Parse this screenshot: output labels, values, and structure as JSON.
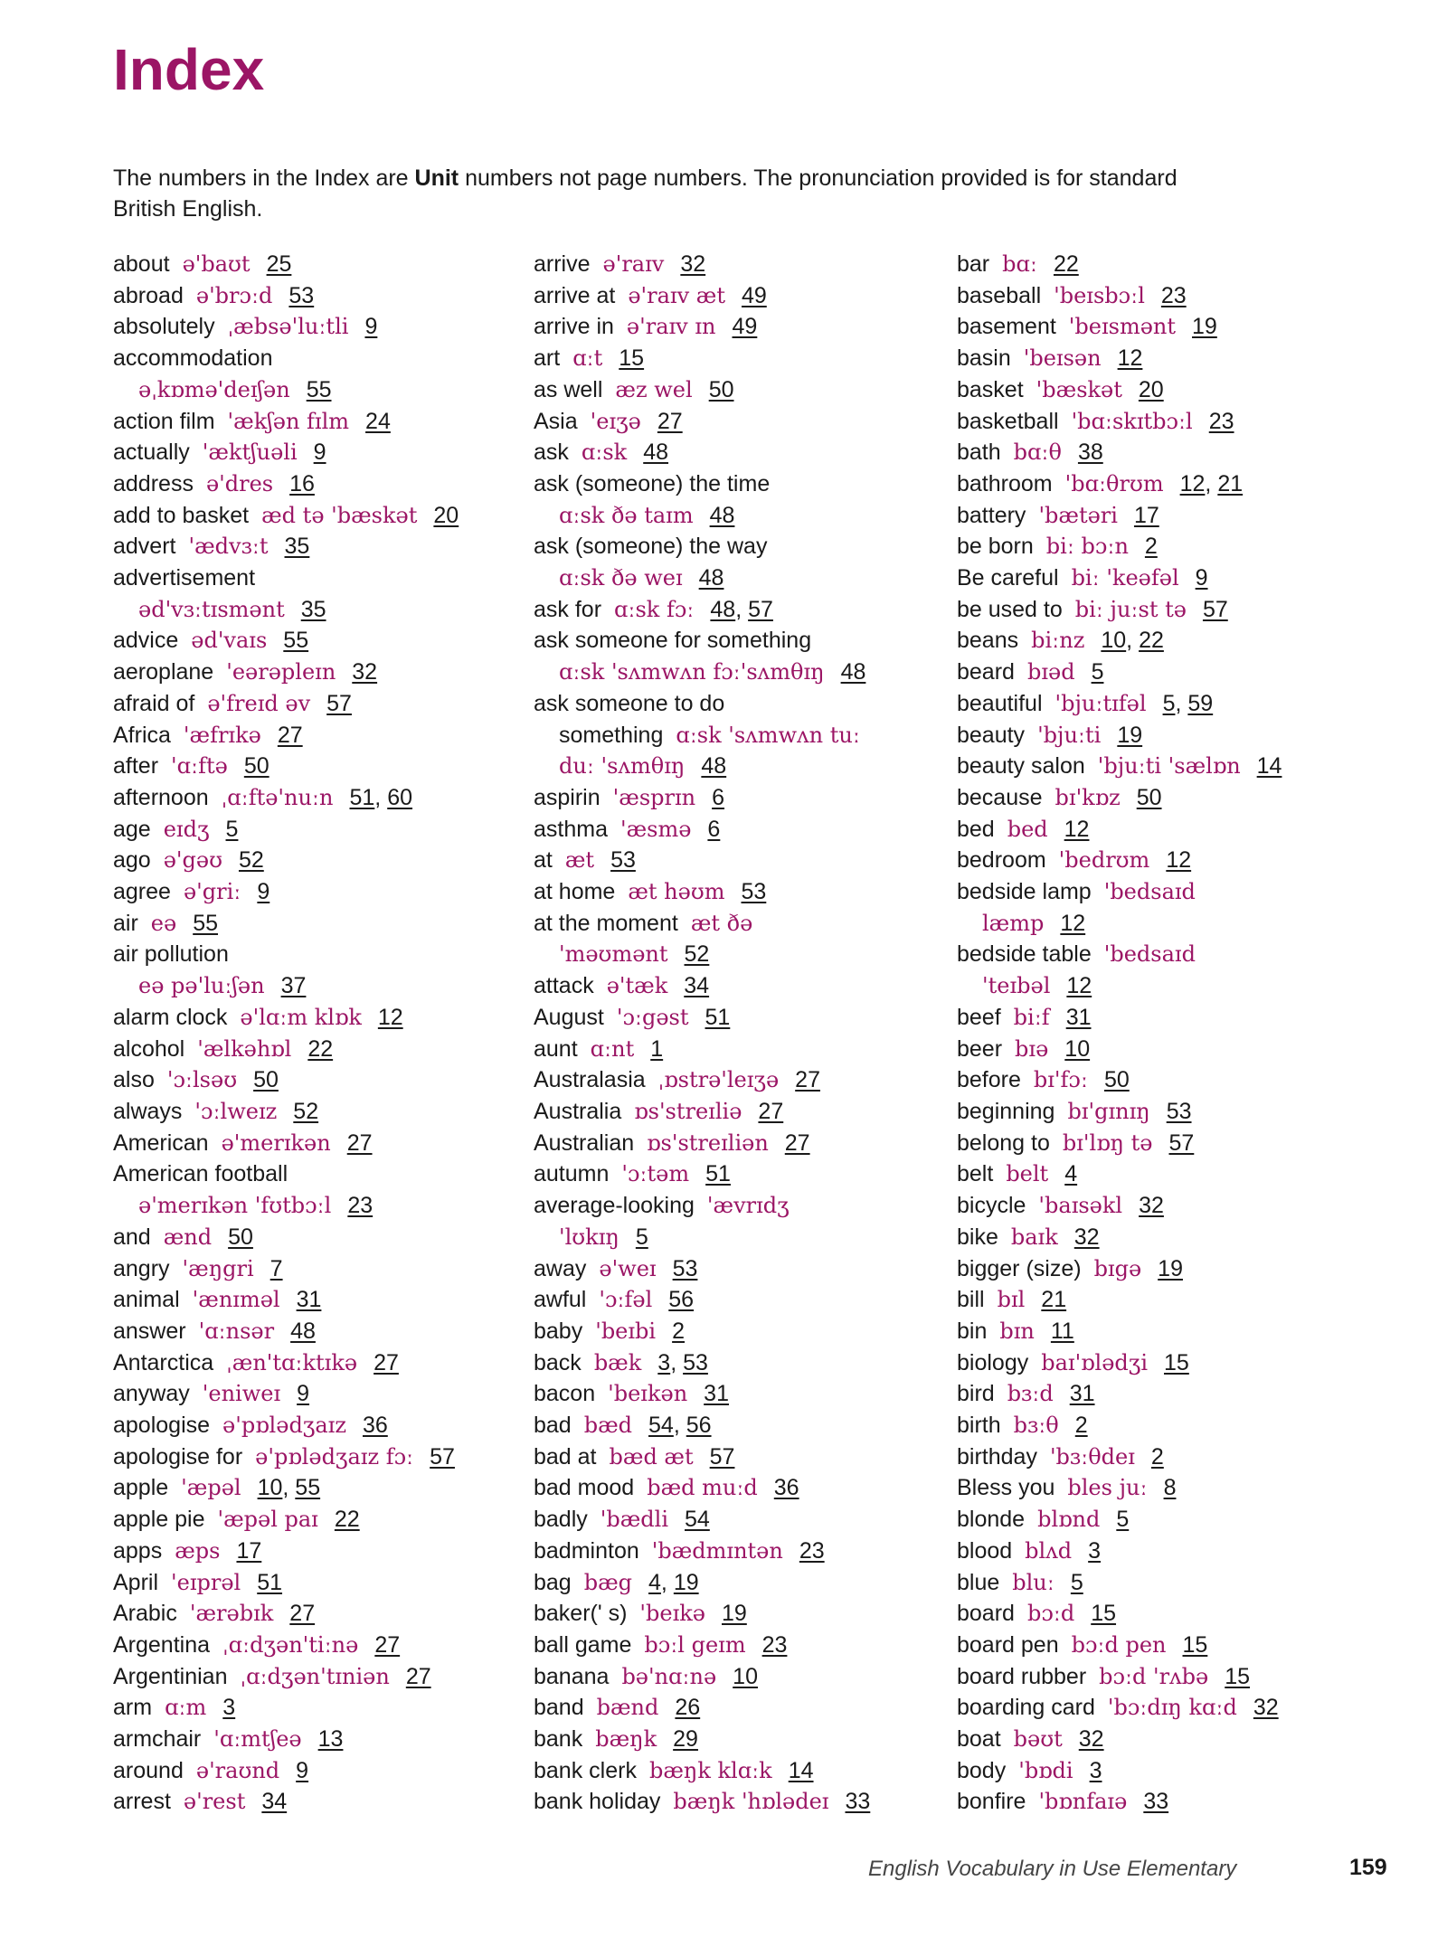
{
  "page": {
    "title": "Index",
    "intro_pre": "The numbers in the Index are ",
    "intro_bold": "Unit",
    "intro_post": " numbers not page numbers. The pronunciation provided is for standard British English.",
    "footer_book": "English Vocabulary in Use Elementary",
    "page_number": "159"
  },
  "columns": [
    [
      {
        "w": "about",
        "p": "ə'baʊt",
        "u": [
          "25"
        ]
      },
      {
        "w": "abroad",
        "p": "ə'brɔːd",
        "u": [
          "53"
        ]
      },
      {
        "w": "absolutely",
        "p": "ˌæbsə'luːtli",
        "u": [
          "9"
        ]
      },
      {
        "w": "accommodation",
        "p": "",
        "u": []
      },
      {
        "w": "",
        "p": "əˌkɒmə'deɪʃən",
        "u": [
          "55"
        ],
        "indent": true
      },
      {
        "w": "action film",
        "p": "'ækʃən fɪlm",
        "u": [
          "24"
        ]
      },
      {
        "w": "actually",
        "p": "'æktʃuəli",
        "u": [
          "9"
        ]
      },
      {
        "w": "address",
        "p": "ə'dres",
        "u": [
          "16"
        ]
      },
      {
        "w": "add to basket",
        "p": "æd tə 'bæskət",
        "u": [
          "20"
        ]
      },
      {
        "w": "advert",
        "p": "'ædvɜːt",
        "u": [
          "35"
        ]
      },
      {
        "w": "advertisement",
        "p": "",
        "u": []
      },
      {
        "w": "",
        "p": "əd'vɜːtɪsmənt",
        "u": [
          "35"
        ],
        "indent": true
      },
      {
        "w": "advice",
        "p": "əd'vaɪs",
        "u": [
          "55"
        ]
      },
      {
        "w": "aeroplane",
        "p": "'eərəpleɪn",
        "u": [
          "32"
        ]
      },
      {
        "w": "afraid of",
        "p": "ə'freɪd əv",
        "u": [
          "57"
        ]
      },
      {
        "w": "Africa",
        "p": "'æfrɪkə",
        "u": [
          "27"
        ]
      },
      {
        "w": "after",
        "p": "'ɑːftə",
        "u": [
          "50"
        ]
      },
      {
        "w": "afternoon",
        "p": "ˌɑːftə'nuːn",
        "u": [
          "51",
          "60"
        ]
      },
      {
        "w": "age",
        "p": "eɪdʒ",
        "u": [
          "5"
        ]
      },
      {
        "w": "ago",
        "p": "ə'gəʊ",
        "u": [
          "52"
        ]
      },
      {
        "w": "agree",
        "p": "ə'griː",
        "u": [
          "9"
        ]
      },
      {
        "w": "air",
        "p": "eə",
        "u": [
          "55"
        ]
      },
      {
        "w": "air pollution",
        "p": "",
        "u": []
      },
      {
        "w": "",
        "p": "eə pə'luːʃən",
        "u": [
          "37"
        ],
        "indent": true
      },
      {
        "w": "alarm clock",
        "p": "ə'lɑːm klɒk",
        "u": [
          "12"
        ]
      },
      {
        "w": "alcohol",
        "p": "'ælkəhɒl",
        "u": [
          "22"
        ]
      },
      {
        "w": "also",
        "p": "'ɔːlsəʊ",
        "u": [
          "50"
        ]
      },
      {
        "w": "always",
        "p": "'ɔːlweɪz",
        "u": [
          "52"
        ]
      },
      {
        "w": "American",
        "p": "ə'merɪkən",
        "u": [
          "27"
        ]
      },
      {
        "w": "American football",
        "p": "",
        "u": []
      },
      {
        "w": "",
        "p": "ə'merɪkən 'fʊtbɔːl",
        "u": [
          "23"
        ],
        "indent": true
      },
      {
        "w": "and",
        "p": "ænd",
        "u": [
          "50"
        ]
      },
      {
        "w": "angry",
        "p": "'æŋgri",
        "u": [
          "7"
        ]
      },
      {
        "w": "animal",
        "p": "'ænɪməl",
        "u": [
          "31"
        ]
      },
      {
        "w": "answer",
        "p": "'ɑːnsər",
        "u": [
          "48"
        ]
      },
      {
        "w": "Antarctica",
        "p": "ˌæn'tɑːktɪkə",
        "u": [
          "27"
        ]
      },
      {
        "w": "anyway",
        "p": "'eniweɪ",
        "u": [
          "9"
        ]
      },
      {
        "w": "apologise",
        "p": "ə'pɒlədʒaɪz",
        "u": [
          "36"
        ]
      },
      {
        "w": "apologise for",
        "p": "ə'pɒlədʒaɪz fɔː",
        "u": [
          "57"
        ]
      },
      {
        "w": "apple",
        "p": "'æpəl",
        "u": [
          "10",
          "55"
        ]
      },
      {
        "w": "apple pie",
        "p": "'æpəl paɪ",
        "u": [
          "22"
        ]
      },
      {
        "w": "apps",
        "p": "æps",
        "u": [
          "17"
        ]
      },
      {
        "w": "April",
        "p": "'eɪprəl",
        "u": [
          "51"
        ]
      },
      {
        "w": "Arabic",
        "p": "'ærəbɪk",
        "u": [
          "27"
        ]
      },
      {
        "w": "Argentina",
        "p": "ˌɑːdʒən'tiːnə",
        "u": [
          "27"
        ]
      },
      {
        "w": "Argentinian",
        "p": "ˌɑːdʒən'tɪniən",
        "u": [
          "27"
        ]
      },
      {
        "w": "arm",
        "p": "ɑːm",
        "u": [
          "3"
        ]
      },
      {
        "w": "armchair",
        "p": "'ɑːmtʃeə",
        "u": [
          "13"
        ]
      },
      {
        "w": "around",
        "p": "ə'raʊnd",
        "u": [
          "9"
        ]
      },
      {
        "w": "arrest",
        "p": "ə'rest",
        "u": [
          "34"
        ]
      }
    ],
    [
      {
        "w": "arrive",
        "p": "ə'raɪv",
        "u": [
          "32"
        ]
      },
      {
        "w": "arrive at",
        "p": "ə'raɪv æt",
        "u": [
          "49"
        ]
      },
      {
        "w": "arrive in",
        "p": "ə'raɪv ɪn",
        "u": [
          "49"
        ]
      },
      {
        "w": "art",
        "p": "ɑːt",
        "u": [
          "15"
        ]
      },
      {
        "w": "as well",
        "p": "æz wel",
        "u": [
          "50"
        ]
      },
      {
        "w": "Asia",
        "p": "'eɪʒə",
        "u": [
          "27"
        ]
      },
      {
        "w": "ask",
        "p": "ɑːsk",
        "u": [
          "48"
        ]
      },
      {
        "w": "ask (someone) the time",
        "p": "",
        "u": []
      },
      {
        "w": "",
        "p": "ɑːsk ðə taɪm",
        "u": [
          "48"
        ],
        "indent": true
      },
      {
        "w": "ask (someone) the way",
        "p": "",
        "u": []
      },
      {
        "w": "",
        "p": "ɑːsk ðə weɪ",
        "u": [
          "48"
        ],
        "indent": true
      },
      {
        "w": "ask for",
        "p": "ɑːsk fɔː",
        "u": [
          "48",
          "57"
        ]
      },
      {
        "w": "ask someone for something",
        "p": "",
        "u": []
      },
      {
        "w": "",
        "p": "ɑːsk 'sʌmwʌn fɔː'sʌmθɪŋ",
        "u": [
          "48"
        ],
        "indent": true
      },
      {
        "w": "ask someone to do",
        "p": "",
        "u": []
      },
      {
        "w": "something",
        "p": "ɑːsk 'sʌmwʌn tuː",
        "u": [],
        "indent": true
      },
      {
        "w": "",
        "p": "duː 'sʌmθɪŋ",
        "u": [
          "48"
        ],
        "indent": true
      },
      {
        "w": "aspirin",
        "p": "'æsprɪn",
        "u": [
          "6"
        ]
      },
      {
        "w": "asthma",
        "p": "'æsmə",
        "u": [
          "6"
        ]
      },
      {
        "w": "at",
        "p": "æt",
        "u": [
          "53"
        ]
      },
      {
        "w": "at home",
        "p": "æt həʊm",
        "u": [
          "53"
        ]
      },
      {
        "w": "at the moment",
        "p": "æt ðə",
        "u": []
      },
      {
        "w": "",
        "p": "'məʊmənt",
        "u": [
          "52"
        ],
        "indent": true
      },
      {
        "w": "attack",
        "p": "ə'tæk",
        "u": [
          "34"
        ]
      },
      {
        "w": "August",
        "p": "'ɔːgəst",
        "u": [
          "51"
        ]
      },
      {
        "w": "aunt",
        "p": "ɑːnt",
        "u": [
          "1"
        ]
      },
      {
        "w": "Australasia",
        "p": "ˌɒstrə'leɪʒə",
        "u": [
          "27"
        ]
      },
      {
        "w": "Australia",
        "p": "ɒs'streɪliə",
        "u": [
          "27"
        ]
      },
      {
        "w": "Australian",
        "p": "ɒs'streɪliən",
        "u": [
          "27"
        ]
      },
      {
        "w": "autumn",
        "p": "'ɔːtəm",
        "u": [
          "51"
        ]
      },
      {
        "w": "average-looking",
        "p": "'ævrɪdʒ",
        "u": []
      },
      {
        "w": "",
        "p": "'lʊkɪŋ",
        "u": [
          "5"
        ],
        "indent": true
      },
      {
        "w": "away",
        "p": "ə'weɪ",
        "u": [
          "53"
        ]
      },
      {
        "w": "awful",
        "p": "'ɔːfəl",
        "u": [
          "56"
        ]
      },
      {
        "w": "baby",
        "p": "'beɪbi",
        "u": [
          "2"
        ]
      },
      {
        "w": "back",
        "p": "bæk",
        "u": [
          "3",
          "53"
        ]
      },
      {
        "w": "bacon",
        "p": "'beɪkən",
        "u": [
          "31"
        ]
      },
      {
        "w": "bad",
        "p": "bæd",
        "u": [
          "54",
          "56"
        ]
      },
      {
        "w": "bad at",
        "p": "bæd æt",
        "u": [
          "57"
        ]
      },
      {
        "w": "bad mood",
        "p": "bæd muːd",
        "u": [
          "36"
        ]
      },
      {
        "w": "badly",
        "p": "'bædli",
        "u": [
          "54"
        ]
      },
      {
        "w": "badminton",
        "p": "'bædmɪntən",
        "u": [
          "23"
        ]
      },
      {
        "w": "bag",
        "p": "bæg",
        "u": [
          "4",
          "19"
        ]
      },
      {
        "w": "baker(' s)",
        "p": "'beɪkə",
        "u": [
          "19"
        ]
      },
      {
        "w": "ball game",
        "p": "bɔːl geɪm",
        "u": [
          "23"
        ]
      },
      {
        "w": "banana",
        "p": "bə'nɑːnə",
        "u": [
          "10"
        ]
      },
      {
        "w": "band",
        "p": "bænd",
        "u": [
          "26"
        ]
      },
      {
        "w": "bank",
        "p": "bæŋk",
        "u": [
          "29"
        ]
      },
      {
        "w": "bank clerk",
        "p": "bæŋk klɑːk",
        "u": [
          "14"
        ]
      },
      {
        "w": "bank holiday",
        "p": "bæŋk 'hɒlədeɪ",
        "u": [
          "33"
        ]
      }
    ],
    [
      {
        "w": "bar",
        "p": "bɑː",
        "u": [
          "22"
        ]
      },
      {
        "w": "baseball",
        "p": "'beɪsbɔːl",
        "u": [
          "23"
        ]
      },
      {
        "w": "basement",
        "p": "'beɪsmənt",
        "u": [
          "19"
        ]
      },
      {
        "w": "basin",
        "p": "'beɪsən",
        "u": [
          "12"
        ]
      },
      {
        "w": "basket",
        "p": "'bæskət",
        "u": [
          "20"
        ]
      },
      {
        "w": "basketball",
        "p": "'bɑːskɪtbɔːl",
        "u": [
          "23"
        ]
      },
      {
        "w": "bath",
        "p": "bɑːθ",
        "u": [
          "38"
        ]
      },
      {
        "w": "bathroom",
        "p": "'bɑːθrʊm",
        "u": [
          "12",
          "21"
        ]
      },
      {
        "w": "battery",
        "p": "'bætəri",
        "u": [
          "17"
        ]
      },
      {
        "w": "be born",
        "p": "biː bɔːn",
        "u": [
          "2"
        ]
      },
      {
        "w": "Be careful",
        "p": "biː 'keəfəl",
        "u": [
          "9"
        ]
      },
      {
        "w": "be used to",
        "p": "biː juːst tə",
        "u": [
          "57"
        ]
      },
      {
        "w": "beans",
        "p": "biːnz",
        "u": [
          "10",
          "22"
        ]
      },
      {
        "w": "beard",
        "p": "bɪəd",
        "u": [
          "5"
        ]
      },
      {
        "w": "beautiful",
        "p": "'bjuːtɪfəl",
        "u": [
          "5",
          "59"
        ]
      },
      {
        "w": "beauty",
        "p": "'bjuːti",
        "u": [
          "19"
        ]
      },
      {
        "w": "beauty salon",
        "p": "'bjuːti 'sælɒn",
        "u": [
          "14"
        ]
      },
      {
        "w": "because",
        "p": "bɪ'kɒz",
        "u": [
          "50"
        ]
      },
      {
        "w": "bed",
        "p": "bed",
        "u": [
          "12"
        ]
      },
      {
        "w": "bedroom",
        "p": "'bedrʊm",
        "u": [
          "12"
        ]
      },
      {
        "w": "bedside lamp",
        "p": "'bedsaɪd",
        "u": []
      },
      {
        "w": "",
        "p": "læmp",
        "u": [
          "12"
        ],
        "indent": true
      },
      {
        "w": "bedside table",
        "p": "'bedsaɪd",
        "u": []
      },
      {
        "w": "",
        "p": "'teɪbəl",
        "u": [
          "12"
        ],
        "indent": true
      },
      {
        "w": "beef",
        "p": "biːf",
        "u": [
          "31"
        ]
      },
      {
        "w": "beer",
        "p": "bɪə",
        "u": [
          "10"
        ]
      },
      {
        "w": "before",
        "p": "bɪ'fɔː",
        "u": [
          "50"
        ]
      },
      {
        "w": "beginning",
        "p": "bɪ'gɪnɪŋ",
        "u": [
          "53"
        ]
      },
      {
        "w": "belong to",
        "p": "bɪ'lɒŋ tə",
        "u": [
          "57"
        ]
      },
      {
        "w": "belt",
        "p": "belt",
        "u": [
          "4"
        ]
      },
      {
        "w": "bicycle",
        "p": "'baɪsəkl",
        "u": [
          "32"
        ]
      },
      {
        "w": "bike",
        "p": "baɪk",
        "u": [
          "32"
        ]
      },
      {
        "w": "bigger (size)",
        "p": "bɪgə",
        "u": [
          "19"
        ]
      },
      {
        "w": "bill",
        "p": "bɪl",
        "u": [
          "21"
        ]
      },
      {
        "w": "bin",
        "p": "bɪn",
        "u": [
          "11"
        ]
      },
      {
        "w": "biology",
        "p": "baɪ'ɒlədʒi",
        "u": [
          "15"
        ]
      },
      {
        "w": "bird",
        "p": "bɜːd",
        "u": [
          "31"
        ]
      },
      {
        "w": "birth",
        "p": "bɜːθ",
        "u": [
          "2"
        ]
      },
      {
        "w": "birthday",
        "p": "'bɜːθdeɪ",
        "u": [
          "2"
        ]
      },
      {
        "w": "Bless you",
        "p": "bles juː",
        "u": [
          "8"
        ]
      },
      {
        "w": "blonde",
        "p": "blɒnd",
        "u": [
          "5"
        ]
      },
      {
        "w": "blood",
        "p": "blʌd",
        "u": [
          "3"
        ]
      },
      {
        "w": "blue",
        "p": "bluː",
        "u": [
          "5"
        ]
      },
      {
        "w": "board",
        "p": "bɔːd",
        "u": [
          "15"
        ]
      },
      {
        "w": "board pen",
        "p": "bɔːd pen",
        "u": [
          "15"
        ]
      },
      {
        "w": "board rubber",
        "p": "bɔːd 'rʌbə",
        "u": [
          "15"
        ]
      },
      {
        "w": "boarding card",
        "p": "'bɔːdɪŋ kɑːd",
        "u": [
          "32"
        ]
      },
      {
        "w": "boat",
        "p": "bəʊt",
        "u": [
          "32"
        ]
      },
      {
        "w": "body",
        "p": "'bɒdi",
        "u": [
          "3"
        ]
      },
      {
        "w": "bonfire",
        "p": "'bɒnfaɪə",
        "u": [
          "33"
        ]
      }
    ]
  ]
}
